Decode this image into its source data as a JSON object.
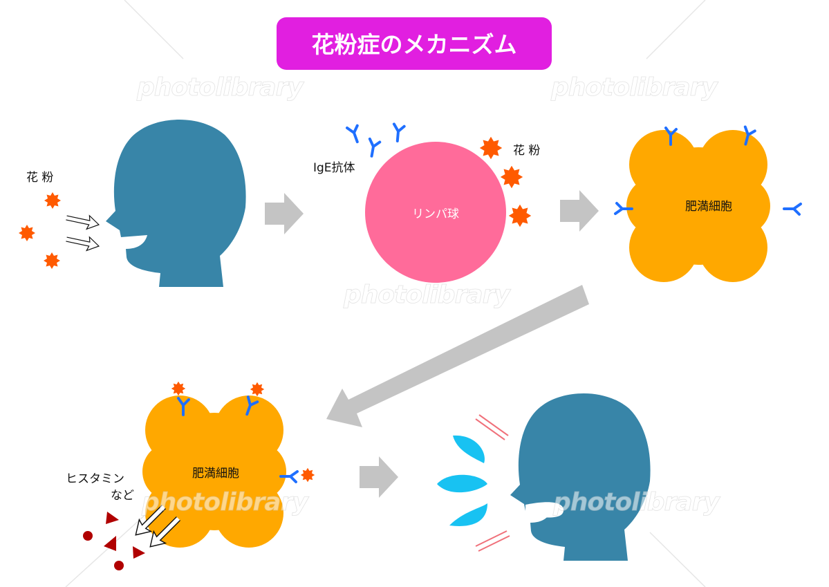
{
  "title": "花粉症のメカニズム",
  "labels": {
    "pollen_left": "花 粉",
    "ige_antibody": "IgE抗体",
    "pollen_right": "花 粉",
    "lymphocyte": "リンパ球",
    "mast_cell_top": "肥満細胞",
    "mast_cell_bottom": "肥満細胞",
    "histamine": "ヒスタミン",
    "etc": "など"
  },
  "watermark": "photolibrary",
  "colors": {
    "title_bg": "#e11fe0",
    "head": "#3885a8",
    "lymphocyte": "#ff6b9a",
    "mast_cell": "#ffa800",
    "pollen": "#ff5a00",
    "antibody": "#1f6fff",
    "arrow": "#c4c4c4",
    "histamine": "#b00000",
    "drops": "#18c2f2"
  }
}
